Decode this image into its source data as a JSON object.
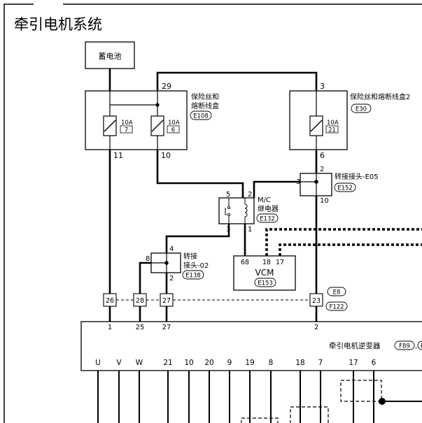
{
  "title": "牵引电机系统",
  "battery": {
    "label": "蓄电池"
  },
  "fuse_box_1": {
    "name_line1": "保险丝和",
    "name_line2": "熔断线盒",
    "code": "E108",
    "pin_top": "29",
    "pin_left": "11",
    "pin_right": "10",
    "fuse_a": {
      "rating": "10A",
      "number": "7"
    },
    "fuse_b": {
      "rating": "10A",
      "number": "6"
    }
  },
  "fuse_box_2": {
    "name": "保险丝和熔断线盒2",
    "code": "E30",
    "pin_top": "3",
    "pin_bottom": "6",
    "fuse": {
      "rating": "10A",
      "number": "21"
    }
  },
  "joint_e05": {
    "name": "转接接头-E05",
    "code": "E152",
    "pin_top": "2",
    "pin_left": "3",
    "pin_bottom": "10"
  },
  "relay": {
    "name_line1": "M/C",
    "name_line2": "继电器",
    "code": "E132",
    "pin_tl": "5",
    "pin_tr": "2",
    "pin_bl": "3",
    "pin_br": "1"
  },
  "joint_02": {
    "name_line1": "转接",
    "name_line2": "接头-02",
    "code": "E138",
    "pin_top": "4",
    "pin_left": "8",
    "pin_bottom": "2"
  },
  "vcm": {
    "name": "VCM",
    "code": "E153",
    "pin_a": "68",
    "pin_b": "18",
    "pin_c": "17"
  },
  "connector_row": {
    "pins": [
      "26",
      "28",
      "27",
      "23"
    ],
    "code_a": "E8",
    "code_b": "F122"
  },
  "inverter": {
    "name": "牵引电机逆变器",
    "code": "F89",
    "code_cut": "F",
    "top_pins": [
      "1",
      "25",
      "27",
      "2"
    ],
    "bottom_pins": [
      "U",
      "V",
      "W",
      "21",
      "10",
      "20",
      "9",
      "19",
      "8",
      "18",
      "7",
      "17",
      "6"
    ]
  }
}
